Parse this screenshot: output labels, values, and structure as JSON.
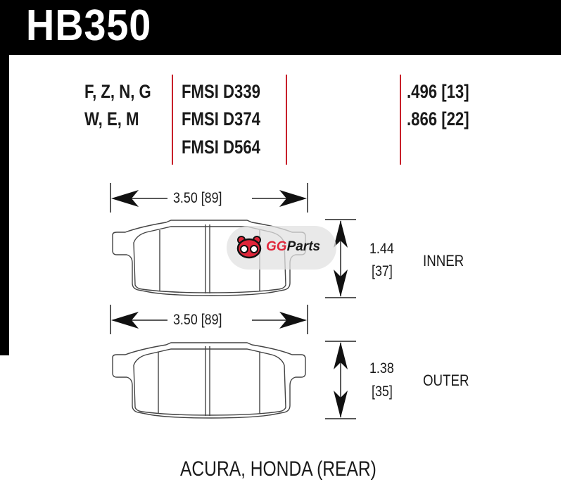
{
  "header": {
    "part_number": "HB350"
  },
  "specs": {
    "compounds": [
      "F, Z, N, G",
      "W, E, M"
    ],
    "fmsi": [
      "FMSI D339",
      "FMSI D374",
      "FMSI D564"
    ],
    "thickness": [
      ".496 [13]",
      ".866 [22]"
    ]
  },
  "inner_pad": {
    "width_label": "3.50 [89]",
    "height_in": "1.44",
    "height_mm": "[37]",
    "position_label": "INNER"
  },
  "outer_pad": {
    "width_label": "3.50 [89]",
    "height_in": "1.38",
    "height_mm": "[35]",
    "position_label": "OUTER"
  },
  "watermark": {
    "brand_gg": "GG",
    "brand_parts": "Parts"
  },
  "footer": {
    "application": "ACURA, HONDA (REAR)"
  },
  "colors": {
    "divider_red": "#c8202a",
    "brand_red": "#e0263a"
  }
}
